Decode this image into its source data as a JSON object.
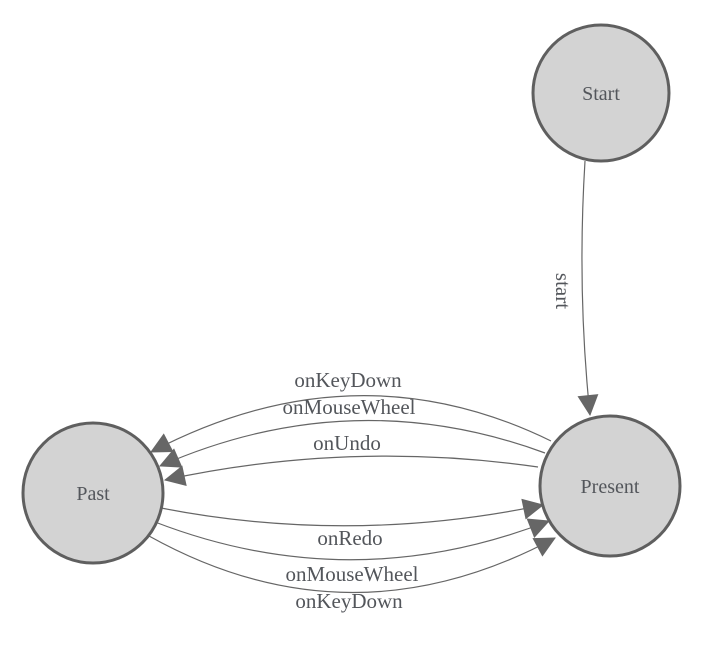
{
  "diagram": {
    "type": "state-machine",
    "background": "#ffffff",
    "colors": {
      "background": "#ffffff",
      "node_fill": "#d3d3d3",
      "node_stroke": "#5f5f5f",
      "edge_stroke": "#666666",
      "arrow_fill": "#666666",
      "text": "#53565b"
    },
    "nodes": [
      {
        "id": "start",
        "label": "Start"
      },
      {
        "id": "present",
        "label": "Present"
      },
      {
        "id": "past",
        "label": "Past"
      }
    ],
    "edges": [
      {
        "from": "Start",
        "to": "Present",
        "label": "start"
      },
      {
        "from": "Present",
        "to": "Past",
        "label": "onKeyDown"
      },
      {
        "from": "Present",
        "to": "Past",
        "label": "onMouseWheel"
      },
      {
        "from": "Present",
        "to": "Past",
        "label": "onUndo"
      },
      {
        "from": "Past",
        "to": "Present",
        "label": "onRedo"
      },
      {
        "from": "Past",
        "to": "Present",
        "label": "onMouseWheel"
      },
      {
        "from": "Past",
        "to": "Present",
        "label": "onKeyDown"
      }
    ]
  }
}
